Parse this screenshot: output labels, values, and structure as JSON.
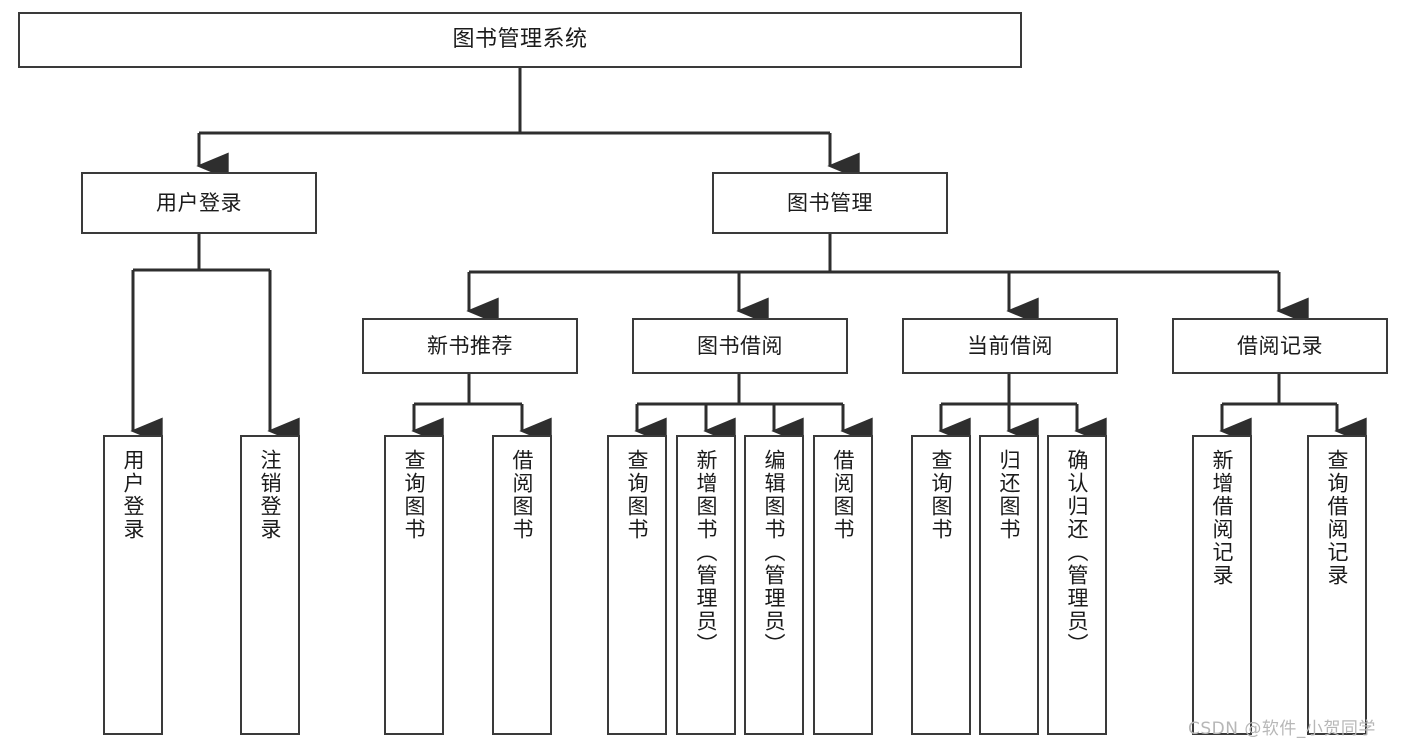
{
  "diagram": {
    "type": "tree",
    "title": "图书管理系统",
    "orientation": "top-down",
    "colors": {
      "background": "#ffffff",
      "node_border": "#3a3a3a",
      "node_fill": "#ffffff",
      "edge": "#2e2e2e",
      "text": "#1b1b1b",
      "watermark": "#b7b7b7"
    },
    "nodes": {
      "root": {
        "label": "图书管理系统"
      },
      "level1": [
        {
          "id": "user-login",
          "label": "用户登录"
        },
        {
          "id": "book-manage",
          "label": "图书管理"
        }
      ],
      "level2": [
        {
          "id": "new-book-recommend",
          "label": "新书推荐"
        },
        {
          "id": "book-borrow",
          "label": "图书借阅"
        },
        {
          "id": "current-borrow",
          "label": "当前借阅"
        },
        {
          "id": "borrow-record",
          "label": "借阅记录"
        }
      ],
      "leaves": [
        {
          "id": "leaf-user-login",
          "label": "用户登录",
          "parent": "user-login"
        },
        {
          "id": "leaf-logout-login",
          "label": "注销登录",
          "parent": "user-login"
        },
        {
          "id": "leaf-query-book-1",
          "label": "查询图书",
          "parent": "new-book-recommend"
        },
        {
          "id": "leaf-borrow-book-1",
          "label": "借阅图书",
          "parent": "new-book-recommend"
        },
        {
          "id": "leaf-query-book-2",
          "label": "查询图书",
          "parent": "book-borrow"
        },
        {
          "id": "leaf-add-book",
          "label": "新增图书（管理员）",
          "parent": "book-borrow"
        },
        {
          "id": "leaf-edit-book",
          "label": "编辑图书（管理员）",
          "parent": "book-borrow"
        },
        {
          "id": "leaf-borrow-book-2",
          "label": "借阅图书",
          "parent": "book-borrow"
        },
        {
          "id": "leaf-query-book-3",
          "label": "查询图书",
          "parent": "current-borrow"
        },
        {
          "id": "leaf-return-book",
          "label": "归还图书",
          "parent": "current-borrow"
        },
        {
          "id": "leaf-confirm-return",
          "label": "确认归还（管理员）",
          "parent": "current-borrow"
        },
        {
          "id": "leaf-add-record",
          "label": "新增借阅记录",
          "parent": "borrow-record"
        },
        {
          "id": "leaf-query-record",
          "label": "查询借阅记录",
          "parent": "borrow-record"
        }
      ]
    },
    "watermark": "CSDN @软件_小贺同学"
  }
}
